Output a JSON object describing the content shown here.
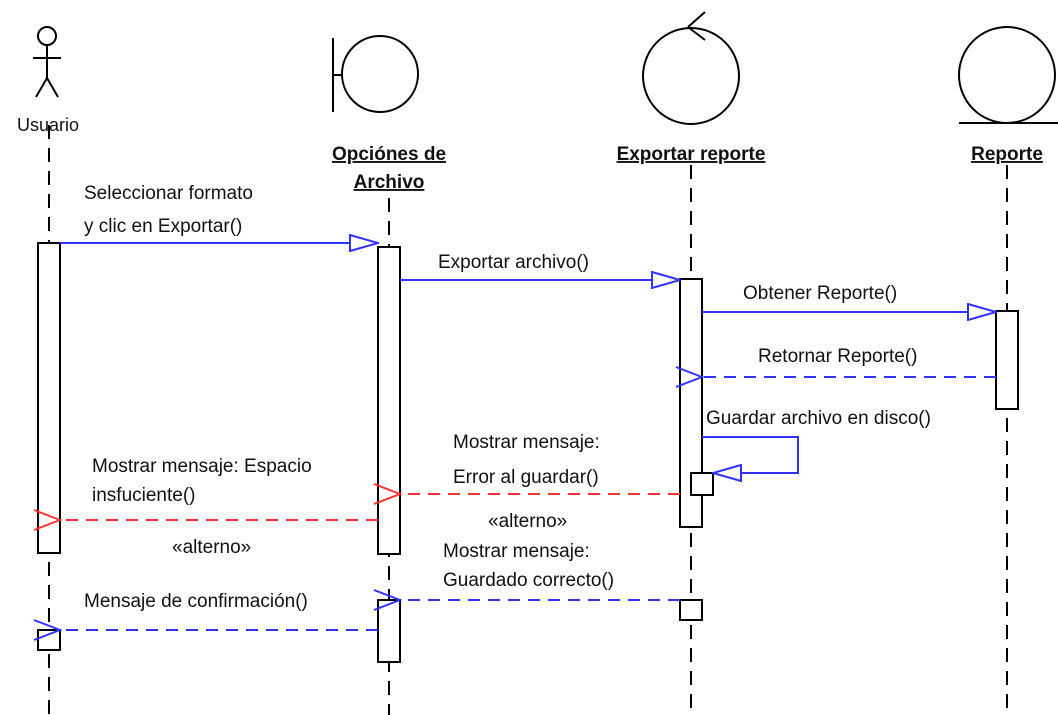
{
  "participants": {
    "usuario": {
      "name": "Usuario",
      "kind": "actor"
    },
    "opciones": {
      "name_line1": "Opciónes de",
      "name_line2": "Archivo",
      "kind": "boundary"
    },
    "exportar": {
      "name": "Exportar reporte",
      "kind": "control"
    },
    "reporte": {
      "name": "Reporte",
      "kind": "entity"
    }
  },
  "messages": {
    "seleccionar": {
      "line1": "Seleccionar formato",
      "line2": "y clic en Exportar()",
      "kind": "call"
    },
    "exportar_archivo": {
      "label": "Exportar archivo()",
      "kind": "call"
    },
    "obtener_reporte": {
      "label": "Obtener Reporte()",
      "kind": "call"
    },
    "retornar_reporte": {
      "label": "Retornar Reporte()",
      "kind": "return"
    },
    "guardar_archivo": {
      "label": "Guardar archivo en disco()",
      "kind": "self-call"
    },
    "error_guardar": {
      "line1": "Mostrar mensaje:",
      "line2": "Error al guardar()",
      "stereotype": "«alterno»",
      "kind": "alternate-return"
    },
    "espacio_insuficiente": {
      "line1": "Mostrar mensaje: Espacio",
      "line2": "insfuciente()",
      "stereotype": "«alterno»",
      "kind": "alternate-return"
    },
    "guardado_correcto": {
      "line1": "Mostrar mensaje:",
      "line2": "Guardado correcto()",
      "kind": "return"
    },
    "confirmacion": {
      "label": "Mensaje de confirmación()",
      "kind": "return"
    }
  },
  "colors": {
    "call": "#3333ff",
    "return": "#3333ff",
    "alternate": "#ff3333",
    "outline": "#000000"
  }
}
